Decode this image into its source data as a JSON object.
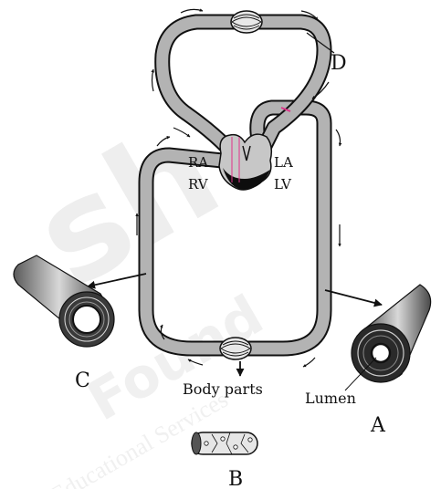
{
  "labels": {
    "A": "A",
    "B": "B",
    "C": "C",
    "D": "D",
    "RA": "RA",
    "LA": "LA",
    "RV": "RV",
    "LV": "LV",
    "body_parts": "Body parts",
    "lumen": "Lumen"
  },
  "watermark": {
    "big": "sh",
    "line1": "Found",
    "line2": "Educational Services"
  },
  "colors": {
    "vessel_fill": "#b3b3b3",
    "outline": "#111111",
    "heart_dark": "#0d0d0d",
    "pink_accent": "#e0338a",
    "watermark": "#ededed"
  }
}
